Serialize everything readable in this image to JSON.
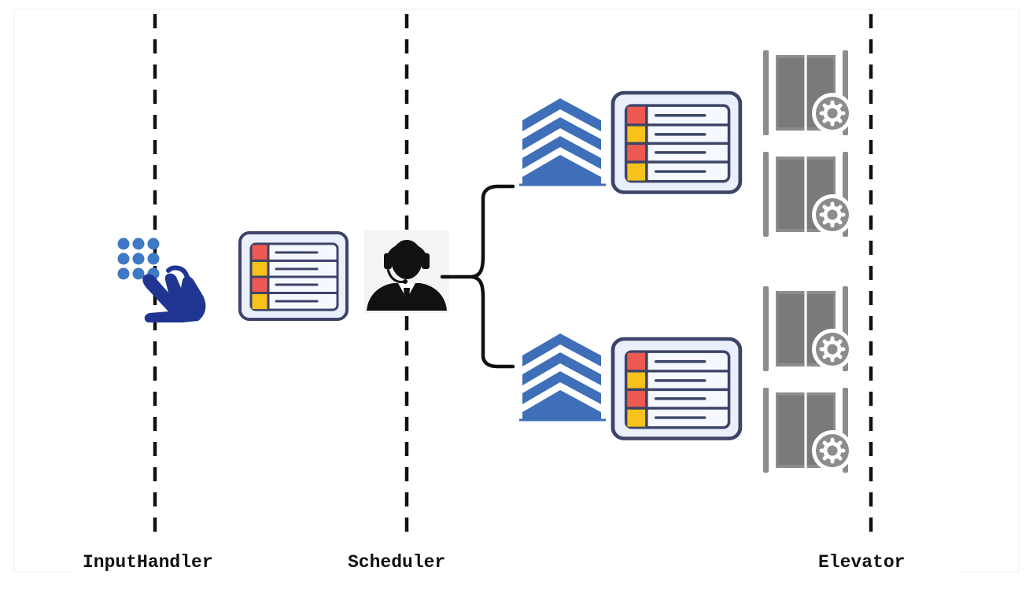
{
  "lanes": [
    {
      "id": "input",
      "label": "InputHandler"
    },
    {
      "id": "scheduler",
      "label": "Scheduler"
    },
    {
      "id": "elevator",
      "label": "Elevator"
    }
  ],
  "icons": {
    "keypad": "keypad-touch-icon",
    "request_list": "request-list-icon",
    "operator": "operator-headset-icon",
    "building": "building-icon",
    "elevator": "elevator-gear-icon"
  },
  "colors": {
    "lane_line": "#111111",
    "building_blue": "#3f6fb8",
    "hand_navy": "#1f3591",
    "list_frame": "#3c4468",
    "list_panel": "#eaf0fb",
    "list_red": "#ee5a52",
    "list_yellow": "#f6c21b",
    "elevator_gray": "#8c8c8c",
    "connector": "#111111"
  }
}
